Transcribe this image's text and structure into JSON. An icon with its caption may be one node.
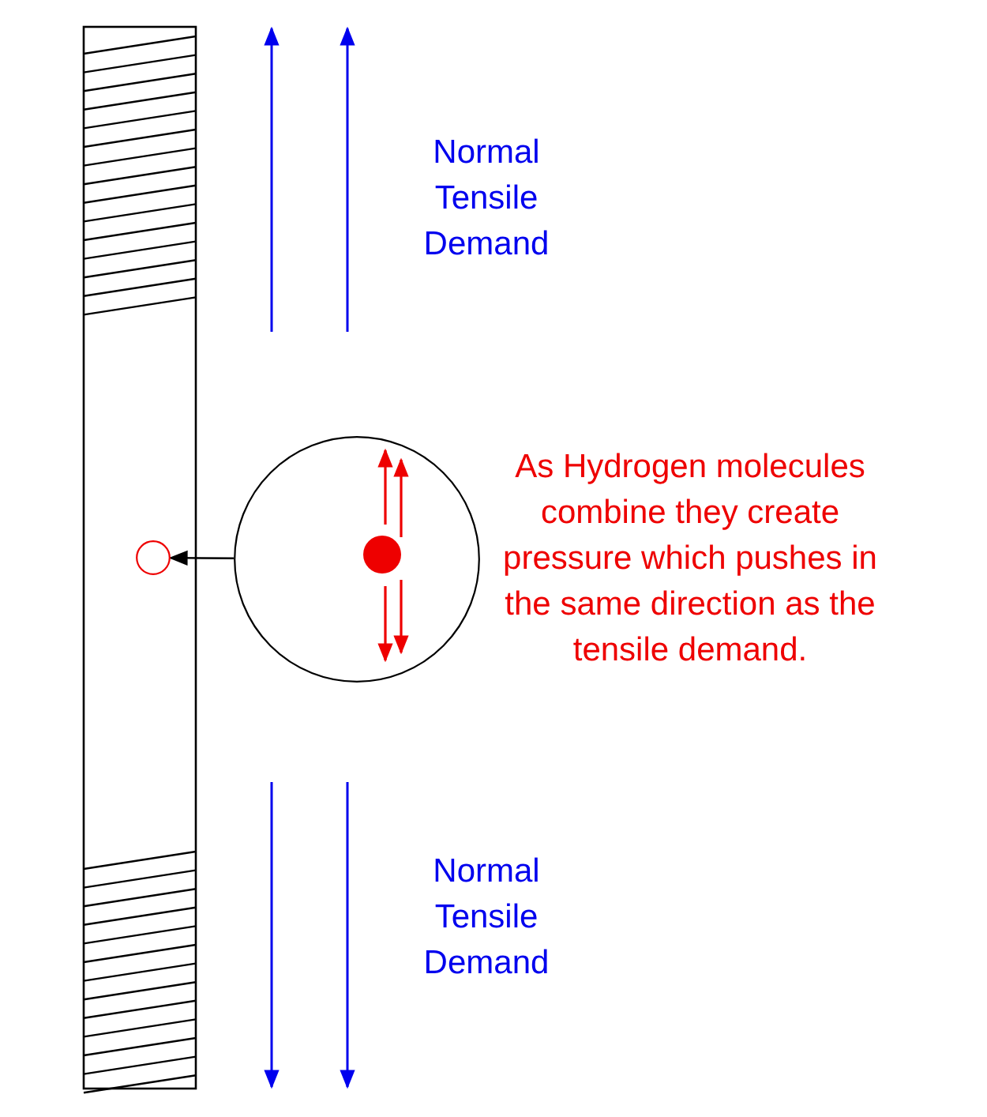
{
  "diagram": {
    "nodes": [
      {
        "text": [],
        "shape": "circle"
      },
      {
        "text": [],
        "shape": "circle"
      }
    ],
    "edges": [
      {
        "from": 1,
        "to": 0,
        "arrow": "to"
      }
    ],
    "labels": [
      "Normal Tensile Demand",
      "As Hydrogen molecules combine they  create pressure which pushes in the same direction as the tensile demand.",
      "Normal Tensile Demand"
    ]
  }
}
